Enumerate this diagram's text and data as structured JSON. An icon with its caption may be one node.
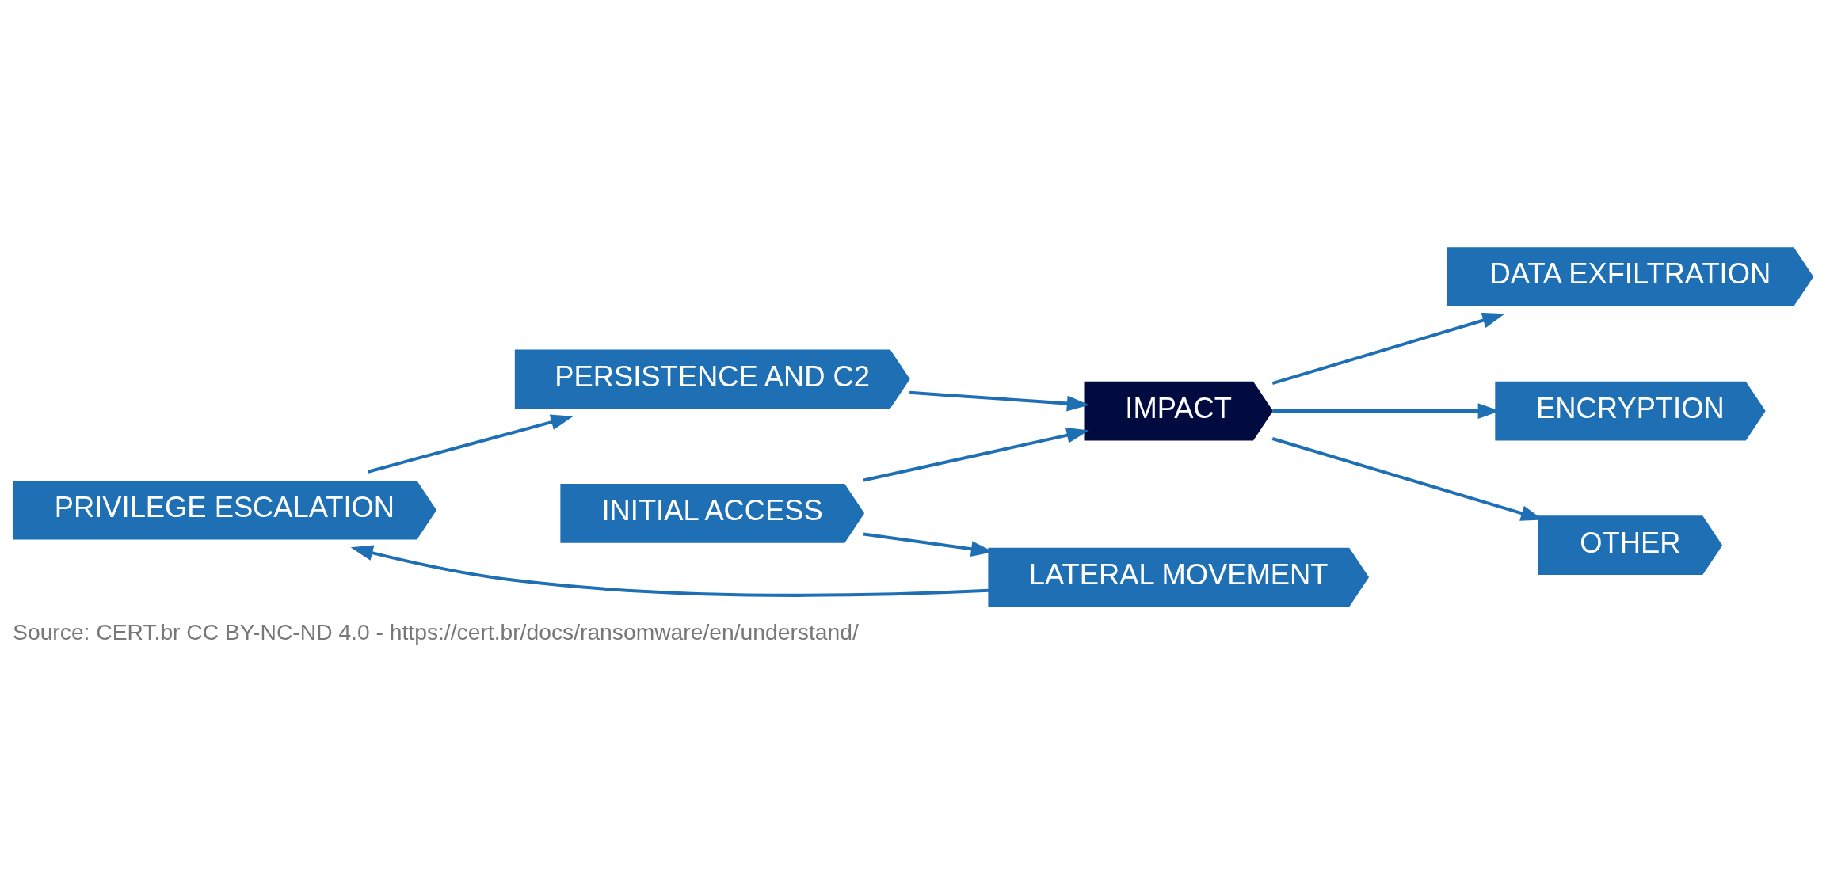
{
  "diagram": {
    "caption": "Source: CERT.br CC BY-NC-ND 4.0 - https://cert.br/docs/ransomware/en/understand/",
    "nodes": [
      {
        "text": [
          "PRIVILEGE ESCALATION"
        ]
      },
      {
        "text": [
          "LATERAL MOVEMENT"
        ]
      },
      {
        "text": [
          "PERSISTENCE AND C2"
        ]
      },
      {
        "text": [
          "DATA EXFILTRATION"
        ]
      },
      {
        "text": [
          "INITIAL ACCESS"
        ]
      },
      {
        "text": [
          "IMPACT"
        ]
      },
      {
        "text": [
          "ENCRYPTION"
        ]
      },
      {
        "text": [
          "OTHER"
        ]
      }
    ],
    "edges": [
      {
        "from": 4,
        "to": 1,
        "arrow": "to"
      },
      {
        "from": 1,
        "to": 0,
        "arrow": "to"
      },
      {
        "from": 0,
        "to": 2,
        "arrow": "to"
      },
      {
        "from": 2,
        "to": 5,
        "arrow": "to"
      },
      {
        "from": 4,
        "to": 5,
        "arrow": "to"
      },
      {
        "from": 5,
        "to": 3,
        "arrow": "to"
      },
      {
        "from": 5,
        "to": 6,
        "arrow": "to"
      },
      {
        "from": 5,
        "to": 7,
        "arrow": "to"
      }
    ]
  }
}
